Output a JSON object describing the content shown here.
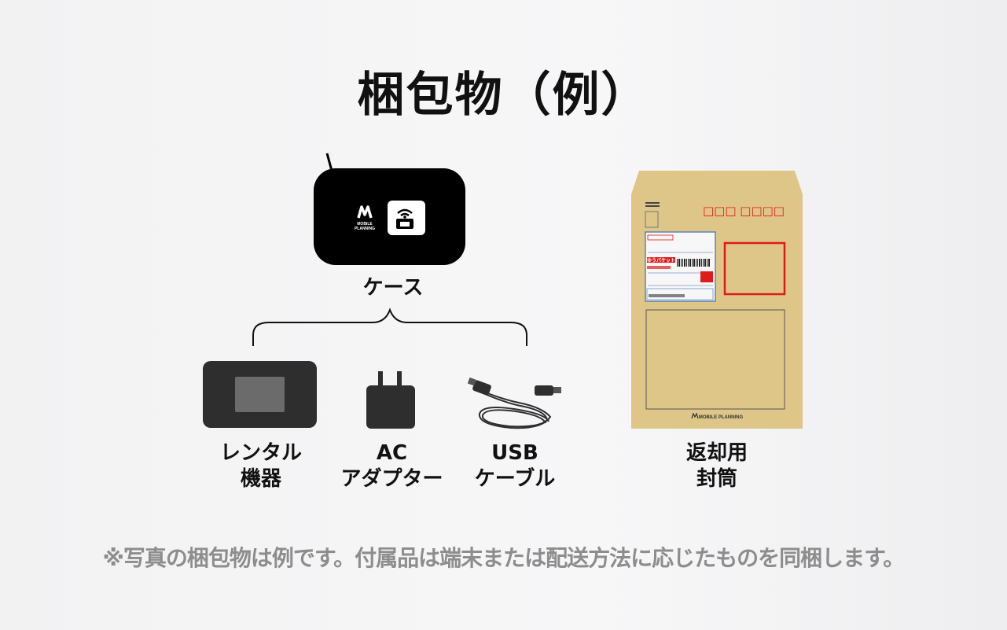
{
  "title": "梱包物（例）",
  "case": {
    "label": "ケース",
    "logo_text_line1": "MOBILE",
    "logo_text_line2": "PLANNING",
    "logo_icon": "m-logo-icon",
    "badge_icon": "wifi-router-icon"
  },
  "items": [
    {
      "label": "レンタル\n機器",
      "icon": "router-device-icon"
    },
    {
      "label": "AC\nアダプター",
      "icon": "ac-adapter-icon"
    },
    {
      "label": "USB\nケーブル",
      "icon": "usb-cable-icon"
    }
  ],
  "envelope": {
    "label": "返却用\n封筒",
    "header_text": "□□□ □□□□",
    "bottom_logo": "MOBILE PLANNING",
    "sticker_title": "ゆうパケット"
  },
  "footnote": "※写真の梱包物は例です。付属品は端末または配送方法に応じたものを同梱します。",
  "colors": {
    "case_black": "#000000",
    "device_gray": "#2e2e2e",
    "envelope_kraft": "#dec688",
    "stamp_red": "#e0191b",
    "note_gray": "#8d8d8d"
  }
}
